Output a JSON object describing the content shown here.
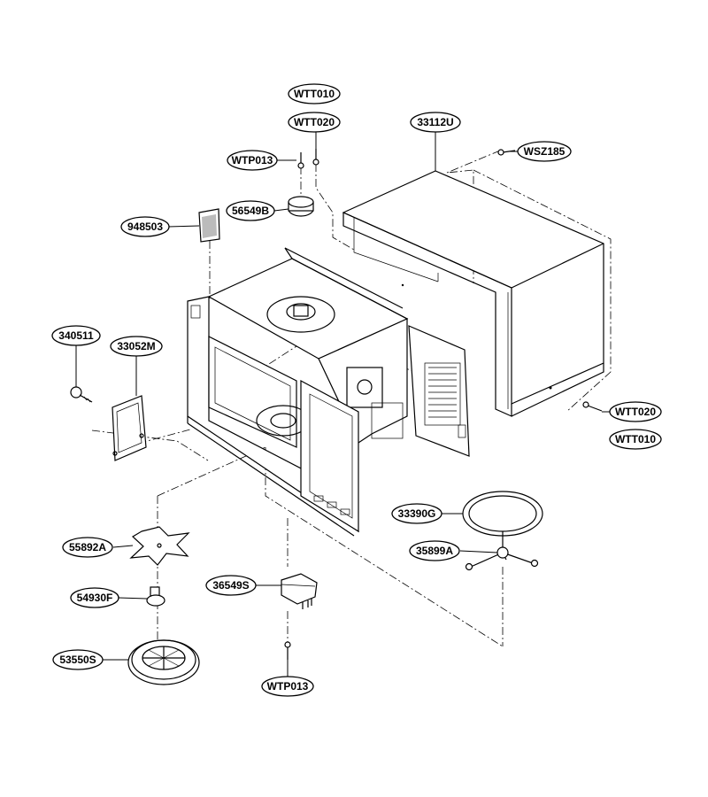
{
  "labels": {
    "wtt010_top": "WTT010",
    "wtt020_top": "WTT020",
    "wtp013_top": "WTP013",
    "p56549b": "56549B",
    "p948503": "948503",
    "p33112u": "33112U",
    "wsz185": "WSZ185",
    "p340511": "340511",
    "p33052m": "33052M",
    "wtt020_right": "WTT020",
    "wtt010_right": "WTT010",
    "p33390g": "33390G",
    "p35899a": "35899A",
    "p55892a": "55892A",
    "p36549s": "36549S",
    "p54930f": "54930F",
    "p53550s": "53550S",
    "wtp013_bottom": "WTP013"
  }
}
